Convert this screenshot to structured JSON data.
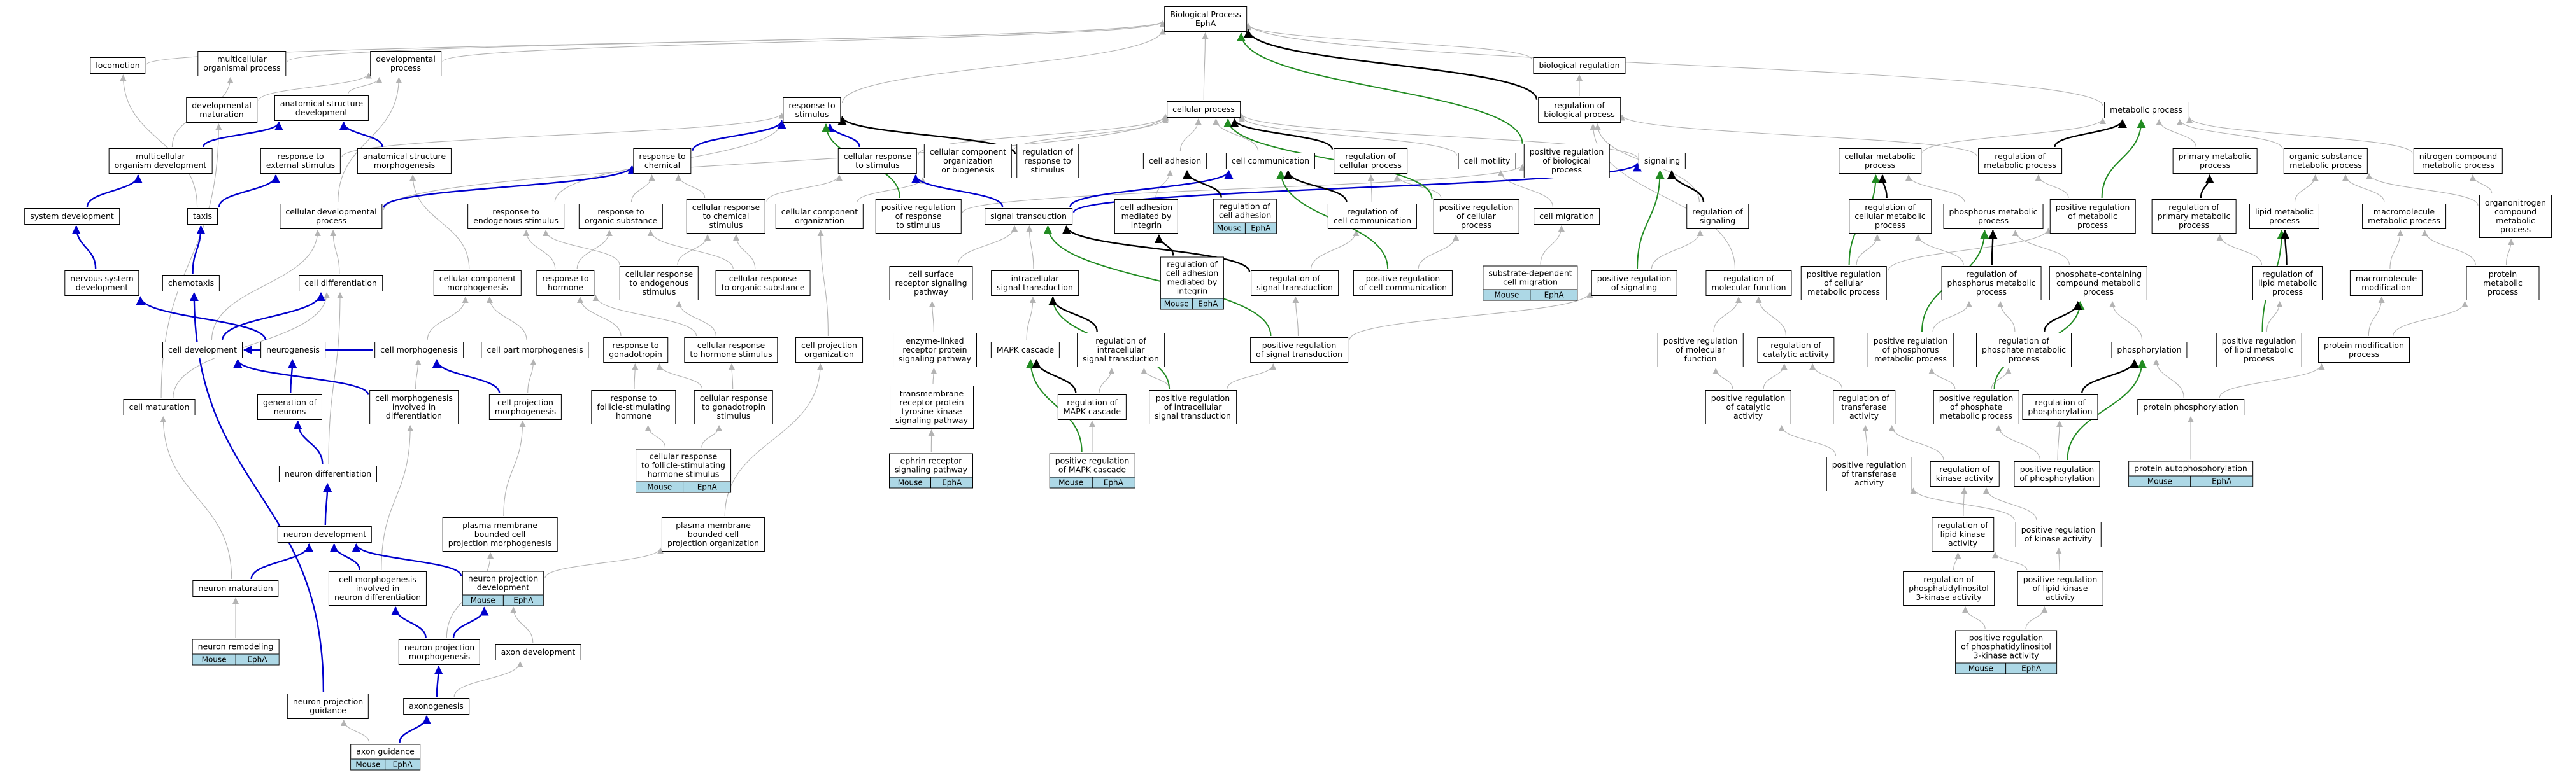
{
  "colors": {
    "gray_edge": "#b3b3b3",
    "black_edge": "#000000",
    "blue_edge": "#0000cc",
    "green_edge": "#228b22",
    "tag_bg": "#add8e6"
  },
  "nodes": [
    {
      "id": "bp",
      "label": "Biological Process\nEphA"
    },
    {
      "id": "locomotion",
      "label": "locomotion"
    },
    {
      "id": "multi_org",
      "label": "multicellular\norganismal process"
    },
    {
      "id": "dev_proc",
      "label": "developmental\nprocess"
    },
    {
      "id": "bio_reg",
      "label": "biological regulation"
    },
    {
      "id": "dev_mat",
      "label": "developmental\nmaturation"
    },
    {
      "id": "anat_dev",
      "label": "anatomical structure\ndevelopment"
    },
    {
      "id": "resp_stim",
      "label": "response to\nstimulus"
    },
    {
      "id": "cell_proc",
      "label": "cellular process"
    },
    {
      "id": "reg_bio",
      "label": "regulation of\nbiological process"
    },
    {
      "id": "met_proc",
      "label": "metabolic process"
    },
    {
      "id": "multi_org_dev",
      "label": "multicellular\norganism development"
    },
    {
      "id": "resp_ext",
      "label": "response to\nexternal stimulus"
    },
    {
      "id": "anat_morph",
      "label": "anatomical structure\nmorphogenesis"
    },
    {
      "id": "resp_chem",
      "label": "response to\nchemical"
    },
    {
      "id": "cell_resp_stim",
      "label": "cellular response\nto stimulus"
    },
    {
      "id": "cc_org",
      "label": "cellular component\norganization\nor biogenesis"
    },
    {
      "id": "reg_resp_stim",
      "label": "regulation of\nresponse to\nstimulus"
    },
    {
      "id": "cell_adh",
      "label": "cell adhesion"
    },
    {
      "id": "cell_comm",
      "label": "cell communication"
    },
    {
      "id": "reg_cell_proc",
      "label": "regulation of\ncellular process"
    },
    {
      "id": "cell_mot",
      "label": "cell motility"
    },
    {
      "id": "pos_reg_bio",
      "label": "positive regulation\nof biological\nprocess"
    },
    {
      "id": "signaling",
      "label": "signaling"
    },
    {
      "id": "cell_met",
      "label": "cellular metabolic\nprocess"
    },
    {
      "id": "reg_met",
      "label": "regulation of\nmetabolic process"
    },
    {
      "id": "prim_met",
      "label": "primary metabolic\nprocess"
    },
    {
      "id": "org_sub_met",
      "label": "organic substance\nmetabolic process"
    },
    {
      "id": "nitro_met",
      "label": "nitrogen compound\nmetabolic process"
    },
    {
      "id": "sys_dev",
      "label": "system development"
    },
    {
      "id": "taxis",
      "label": "taxis"
    },
    {
      "id": "cell_dev_proc",
      "label": "cellular developmental\nprocess"
    },
    {
      "id": "resp_endo",
      "label": "response to\nendogenous stimulus"
    },
    {
      "id": "resp_org",
      "label": "response to\norganic substance"
    },
    {
      "id": "cell_resp_chem",
      "label": "cellular response\nto chemical\nstimulus"
    },
    {
      "id": "cc_org2",
      "label": "cellular component\norganization"
    },
    {
      "id": "pos_reg_resp",
      "label": "positive regulation\nof response\nto stimulus"
    },
    {
      "id": "sig_trans",
      "label": "signal transduction"
    },
    {
      "id": "reg_adh",
      "label": "regulation of\ncell adhesion",
      "tags": [
        "Mouse",
        "EphA"
      ]
    },
    {
      "id": "cell_adh_int",
      "label": "cell adhesion\nmediated by\nintegrin"
    },
    {
      "id": "reg_cell_comm",
      "label": "regulation of\ncell communication"
    },
    {
      "id": "pos_reg_cell",
      "label": "positive regulation\nof cellular\nprocess"
    },
    {
      "id": "cell_mig",
      "label": "cell migration"
    },
    {
      "id": "reg_sig",
      "label": "regulation of\nsignaling"
    },
    {
      "id": "reg_cell_met",
      "label": "regulation of\ncellular metabolic\nprocess"
    },
    {
      "id": "phos_met",
      "label": "phosphorus metabolic\nprocess"
    },
    {
      "id": "pos_reg_met",
      "label": "positive regulation\nof metabolic\nprocess"
    },
    {
      "id": "reg_prim",
      "label": "regulation of\nprimary metabolic\nprocess"
    },
    {
      "id": "lipid_met",
      "label": "lipid metabolic\nprocess"
    },
    {
      "id": "macro_met",
      "label": "macromolecule\nmetabolic process"
    },
    {
      "id": "orgnitro",
      "label": "organonitrogen\ncompound metabolic\nprocess"
    },
    {
      "id": "ns_dev",
      "label": "nervous system\ndevelopment"
    },
    {
      "id": "chemotaxis",
      "label": "chemotaxis"
    },
    {
      "id": "cell_diff",
      "label": "cell differentiation"
    },
    {
      "id": "cc_morph",
      "label": "cellular component\nmorphogenesis"
    },
    {
      "id": "resp_hormone",
      "label": "response to\nhormone"
    },
    {
      "id": "cell_resp_endo",
      "label": "cellular response\nto endogenous\nstimulus"
    },
    {
      "id": "cell_resp_org",
      "label": "cellular response\nto organic substance"
    },
    {
      "id": "cell_surf",
      "label": "cell surface\nreceptor signaling\npathway"
    },
    {
      "id": "intra_sig",
      "label": "intracellular\nsignal transduction"
    },
    {
      "id": "reg_cell_adh_int",
      "label": "regulation of\ncell adhesion\nmediated by\nintegrin",
      "tags": [
        "Mouse",
        "EphA"
      ]
    },
    {
      "id": "reg_sig_trans",
      "label": "regulation of\nsignal transduction"
    },
    {
      "id": "pos_reg_cell_comm",
      "label": "positive regulation\nof cell communication"
    },
    {
      "id": "substrate_mig",
      "label": "substrate-dependent\ncell migration",
      "tags": [
        "Mouse",
        "EphA"
      ]
    },
    {
      "id": "pos_reg_sig",
      "label": "positive regulation\nof signaling"
    },
    {
      "id": "reg_mol",
      "label": "regulation of\nmolecular function"
    },
    {
      "id": "pos_reg_cell_met",
      "label": "positive regulation\nof cellular\nmetabolic process"
    },
    {
      "id": "reg_phos_met",
      "label": "regulation of\nphosphorus metabolic\nprocess"
    },
    {
      "id": "phosphate_met",
      "label": "phosphate-containing\ncompound metabolic\nprocess"
    },
    {
      "id": "reg_lipid_met",
      "label": "regulation of\nlipid metabolic\nprocess"
    },
    {
      "id": "macro_mod",
      "label": "macromolecule\nmodification"
    },
    {
      "id": "prot_met",
      "label": "protein metabolic\nprocess"
    },
    {
      "id": "cell_dev",
      "label": "cell development"
    },
    {
      "id": "neurogenesis",
      "label": "neurogenesis"
    },
    {
      "id": "cell_morph",
      "label": "cell morphogenesis"
    },
    {
      "id": "cell_part_morph",
      "label": "cell part morphogenesis"
    },
    {
      "id": "resp_gonad",
      "label": "response to\ngonadotropin"
    },
    {
      "id": "cell_resp_hormone",
      "label": "cellular response\nto hormone stimulus"
    },
    {
      "id": "cell_proj_org",
      "label": "cell projection\norganization"
    },
    {
      "id": "enzyme_linked",
      "label": "enzyme-linked\nreceptor protein\nsignaling pathway"
    },
    {
      "id": "mapk",
      "label": "MAPK cascade"
    },
    {
      "id": "reg_intra",
      "label": "regulation of\nintracellular\nsignal transduction"
    },
    {
      "id": "pos_reg_sig_trans",
      "label": "positive regulation\nof signal transduction"
    },
    {
      "id": "pos_reg_mol",
      "label": "positive regulation\nof molecular\nfunction"
    },
    {
      "id": "reg_cat",
      "label": "regulation of\ncatalytic activity"
    },
    {
      "id": "pos_reg_phos_met",
      "label": "positive regulation\nof phosphorus\nmetabolic process"
    },
    {
      "id": "reg_phosphate_met",
      "label": "regulation of\nphosphate metabolic\nprocess"
    },
    {
      "id": "phosphorylation",
      "label": "phosphorylation"
    },
    {
      "id": "pos_reg_lipid_met",
      "label": "positive regulation\nof lipid metabolic\nprocess"
    },
    {
      "id": "prot_mod",
      "label": "protein modification\nprocess"
    },
    {
      "id": "cell_mat",
      "label": "cell maturation"
    },
    {
      "id": "gen_neur",
      "label": "generation of\nneurons"
    },
    {
      "id": "cell_morph_diff",
      "label": "cell morphogenesis\ninvolved in\ndifferentiation"
    },
    {
      "id": "cell_proj_morph",
      "label": "cell projection\nmorphogenesis"
    },
    {
      "id": "resp_fsh",
      "label": "response to\nfollicle-stimulating\nhormone"
    },
    {
      "id": "cell_resp_gonad",
      "label": "cellular response\nto gonadotropin\nstimulus"
    },
    {
      "id": "transmem",
      "label": "transmembrane\nreceptor protein\ntyrosine kinase\nsignaling pathway"
    },
    {
      "id": "reg_mapk",
      "label": "regulation of\nMAPK cascade"
    },
    {
      "id": "pos_reg_intra",
      "label": "positive regulation\nof intracellular\nsignal transduction"
    },
    {
      "id": "pos_reg_cat",
      "label": "positive regulation\nof catalytic\nactivity"
    },
    {
      "id": "reg_transf",
      "label": "regulation of\ntransferase\nactivity"
    },
    {
      "id": "pos_reg_phosphate_met",
      "label": "positive regulation\nof phosphate\nmetabolic process"
    },
    {
      "id": "reg_phosphorylation",
      "label": "regulation of\nphosphorylation"
    },
    {
      "id": "prot_phos",
      "label": "protein phosphorylation"
    },
    {
      "id": "cell_resp_fsh",
      "label": "cellular response\nto follicle-stimulating\nhormone stimulus",
      "tags": [
        "Mouse",
        "EphA"
      ]
    },
    {
      "id": "ephrin",
      "label": "ephrin receptor\nsignaling pathway",
      "tags": [
        "Mouse",
        "EphA"
      ]
    },
    {
      "id": "pos_reg_mapk",
      "label": "positive regulation\nof MAPK cascade",
      "tags": [
        "Mouse",
        "EphA"
      ]
    },
    {
      "id": "pos_reg_transf",
      "label": "positive regulation\nof transferase\nactivity"
    },
    {
      "id": "reg_kinase",
      "label": "regulation of\nkinase activity"
    },
    {
      "id": "pos_reg_phosphorylation",
      "label": "positive regulation\nof phosphorylation"
    },
    {
      "id": "prot_autophos",
      "label": "protein autophosphorylation",
      "tags": [
        "Mouse",
        "EphA"
      ]
    },
    {
      "id": "neuron_diff",
      "label": "neuron differentiation"
    },
    {
      "id": "neuron_dev",
      "label": "neuron development"
    },
    {
      "id": "pm_bounded_morph",
      "label": "plasma membrane\nbounded cell\nprojection morphogenesis"
    },
    {
      "id": "pm_bounded_org",
      "label": "plasma membrane\nbounded cell\nprojection organization"
    },
    {
      "id": "reg_lipid_kinase",
      "label": "regulation of\nlipid kinase\nactivity"
    },
    {
      "id": "pos_reg_kinase",
      "label": "positive regulation\nof kinase activity"
    },
    {
      "id": "neuron_mat",
      "label": "neuron maturation"
    },
    {
      "id": "cell_morph_neuron",
      "label": "cell morphogenesis\ninvolved in\nneuron differentiation"
    },
    {
      "id": "neuron_proj_dev",
      "label": "neuron projection\ndevelopment",
      "tags": [
        "Mouse",
        "EphA"
      ]
    },
    {
      "id": "reg_pi3k",
      "label": "regulation of\nphosphatidylinositol\n3-kinase activity"
    },
    {
      "id": "pos_reg_lipid_kinase",
      "label": "positive regulation\nof lipid kinase\nactivity"
    },
    {
      "id": "neuron_remod",
      "label": "neuron remodeling",
      "tags": [
        "Mouse",
        "EphA"
      ]
    },
    {
      "id": "neuron_proj_morph",
      "label": "neuron projection\nmorphogenesis"
    },
    {
      "id": "axon_dev",
      "label": "axon development"
    },
    {
      "id": "pos_reg_pi3k",
      "label": "positive regulation\nof phosphatidylinositol\n3-kinase activity",
      "tags": [
        "Mouse",
        "EphA"
      ]
    },
    {
      "id": "neuron_proj_guid",
      "label": "neuron projection\nguidance"
    },
    {
      "id": "axonogenesis",
      "label": "axonogenesis"
    },
    {
      "id": "axon_guid",
      "label": "axon guidance",
      "tags": [
        "Mouse",
        "EphA"
      ]
    }
  ]
}
